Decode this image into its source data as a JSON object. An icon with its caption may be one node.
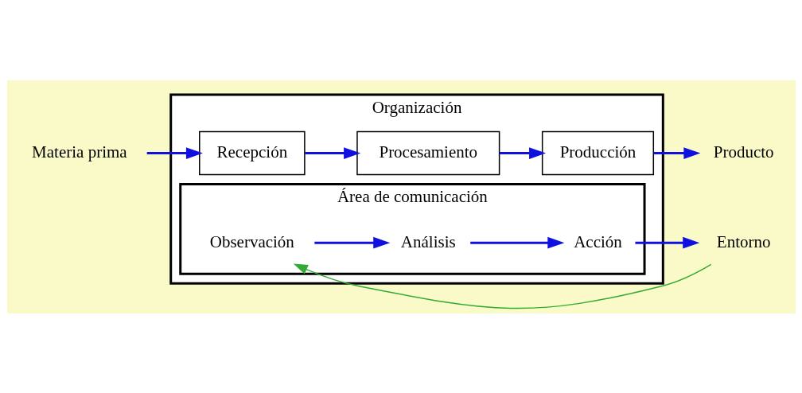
{
  "diagram": {
    "nodes": [
      {
        "text": [
          "Organización"
        ]
      },
      {
        "text": [
          "Recepción"
        ],
        "in": 0
      },
      {
        "text": [
          "Procesamiento"
        ],
        "in": 0
      },
      {
        "text": [
          "Producción"
        ],
        "in": 0
      },
      {
        "text": [
          "Área de comunicación"
        ],
        "in": 0
      },
      {
        "text": [
          "Observación"
        ],
        "in": 4
      },
      {
        "text": [
          "Análisis"
        ],
        "in": 4
      },
      {
        "text": [
          "Acción"
        ],
        "in": 4
      },
      {
        "text": [
          "Materia prima"
        ]
      },
      {
        "text": [
          "Producto"
        ]
      },
      {
        "text": [
          "Entorno"
        ]
      }
    ],
    "edges": [
      {
        "from": 8,
        "to": 1,
        "arrow": "to"
      },
      {
        "from": 1,
        "to": 2,
        "arrow": "to"
      },
      {
        "from": 2,
        "to": 3,
        "arrow": "to"
      },
      {
        "from": 3,
        "to": 9,
        "arrow": "to"
      },
      {
        "from": 5,
        "to": 6,
        "arrow": "to"
      },
      {
        "from": 6,
        "to": 7,
        "arrow": "to"
      },
      {
        "from": 7,
        "to": 10,
        "arrow": "to"
      },
      {
        "from": 10,
        "to": 5,
        "arrow": "to",
        "color": "#33aa33"
      }
    ]
  }
}
